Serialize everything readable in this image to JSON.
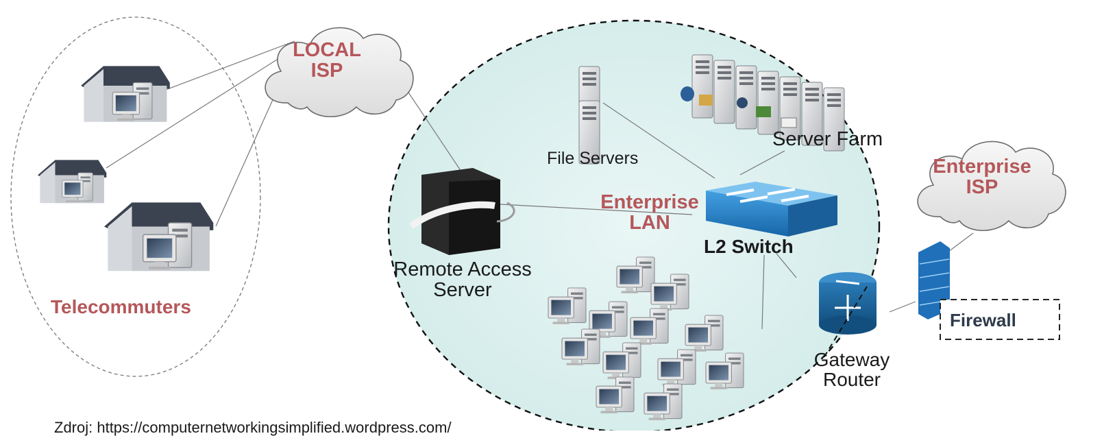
{
  "diagram": {
    "groups": {
      "telecommuters": "Telecommuters",
      "local_isp": "LOCAL\nISP",
      "enterprise_isp": "Enterprise\nISP",
      "enterprise_lan": "Enterprise\nLAN"
    },
    "nodes": {
      "file_servers": "File Servers",
      "server_farm": "Server Farm",
      "l2_switch": "L2 Switch",
      "remote_access_server": "Remote Access\nServer",
      "gateway_router": "Gateway\nRouter",
      "firewall": "Firewall"
    },
    "source": "Zdroj: https://computernetworkingsimplified.wordpress.com/",
    "colors": {
      "label_red": "#b5575a",
      "lan_fill": "#dff0ef",
      "switch_blue": "#1b73b8",
      "router_blue": "#1d6aa2",
      "firewall_blue": "#1f70b8",
      "cloud_fill": "#eeeeee"
    }
  }
}
